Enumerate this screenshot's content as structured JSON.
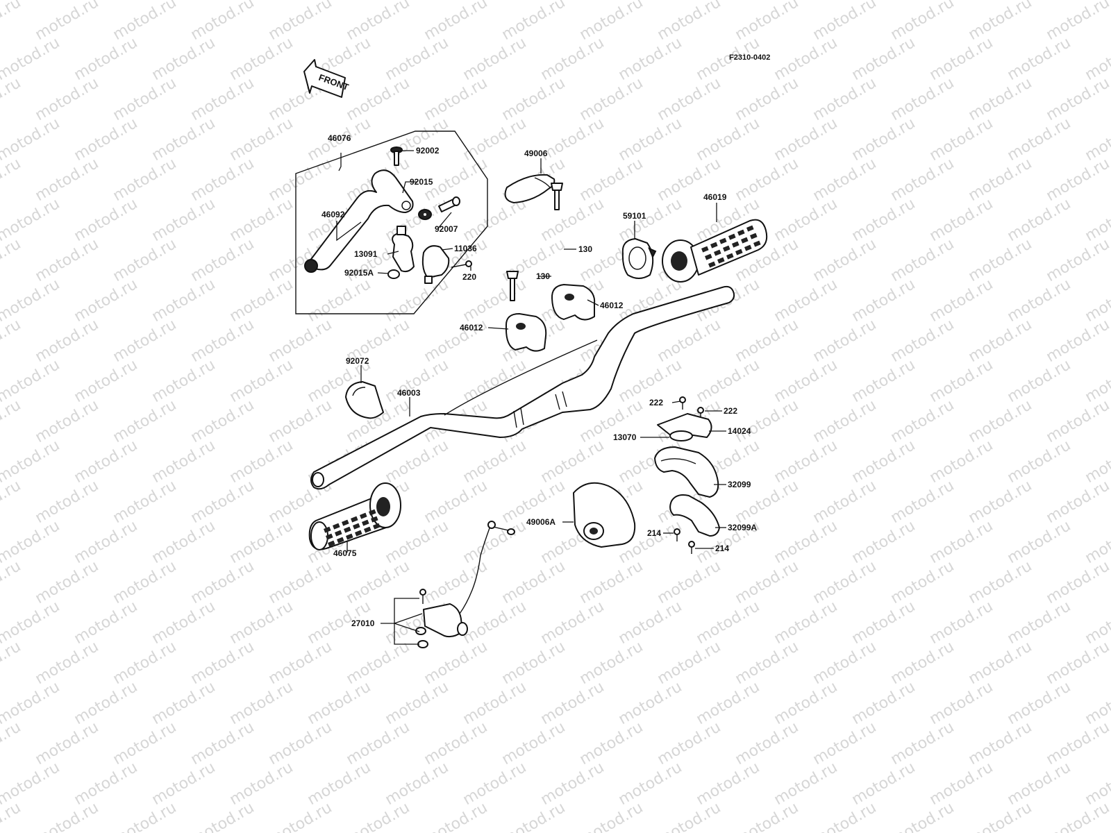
{
  "watermark_text": "motod.ru",
  "figure_code": "F2310-0402",
  "front_arrow_label": "FRONT",
  "parts": {
    "clutch_lever_assy": "46076",
    "lever": "46092",
    "bolt_92002": "92002",
    "washer_92015": "92015",
    "bolt_92007": "92007",
    "bracket_13091": "13091",
    "holder_11036": "11036",
    "washer_92015A": "92015A",
    "screw_220": "220",
    "cover_49006": "49006",
    "bolt_130_upper": "130",
    "bolt_130_lower": "130",
    "guard_59101": "59101",
    "grip_46019": "46019",
    "holder_46012_right": "46012",
    "holder_46012_left": "46012",
    "band_92072": "92072",
    "handlebar_46003": "46003",
    "grip_46075": "46075",
    "screw_222_left": "222",
    "screw_222_right": "222",
    "plate_14024": "14024",
    "washer_13070": "13070",
    "housing_32099": "32099",
    "cover_49006A": "49006A",
    "housing_32099A": "32099A",
    "screw_214_left": "214",
    "screw_214_right": "214",
    "switch_27010": "27010"
  }
}
